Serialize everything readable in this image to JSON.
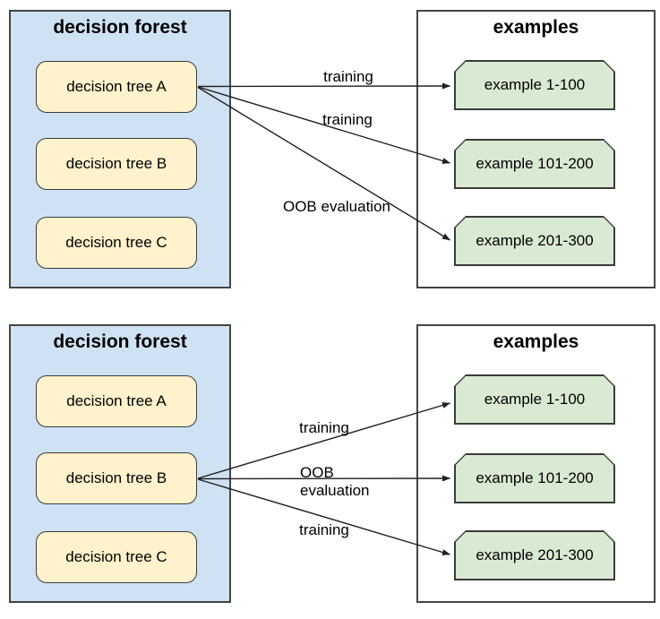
{
  "colors": {
    "forest_fill": "#cfe2f3",
    "examples_fill": "#ffffff",
    "panel_border": "#444444",
    "tree_fill": "#fff2cc",
    "tree_border": "#3b3b3b",
    "example_fill": "#d9ead3",
    "example_border": "#3b3b3b",
    "arrow": "#1f1f1f",
    "text": "#000000"
  },
  "diagrams": [
    {
      "forest": {
        "title": "decision forest",
        "trees": [
          {
            "label": "decision tree A"
          },
          {
            "label": "decision tree B"
          },
          {
            "label": "decision tree C"
          }
        ]
      },
      "examples": {
        "title": "examples",
        "items": [
          {
            "label": "example 1-100"
          },
          {
            "label": "example 101-200"
          },
          {
            "label": "example 201-300"
          }
        ]
      },
      "source_tree": "decision tree A",
      "arrows": [
        {
          "label": "training",
          "to": "example 1-100"
        },
        {
          "label": "training",
          "to": "example 101-200"
        },
        {
          "label": "OOB evaluation",
          "to": "example 201-300"
        }
      ]
    },
    {
      "forest": {
        "title": "decision forest",
        "trees": [
          {
            "label": "decision tree A"
          },
          {
            "label": "decision tree B"
          },
          {
            "label": "decision tree C"
          }
        ]
      },
      "examples": {
        "title": "examples",
        "items": [
          {
            "label": "example 1-100"
          },
          {
            "label": "example 101-200"
          },
          {
            "label": "example 201-300"
          }
        ]
      },
      "source_tree": "decision tree B",
      "arrows": [
        {
          "label": "training",
          "to": "example 1-100"
        },
        {
          "label": "OOB\nevaluation",
          "to": "example 101-200"
        },
        {
          "label": "training",
          "to": "example 201-300"
        }
      ]
    }
  ]
}
